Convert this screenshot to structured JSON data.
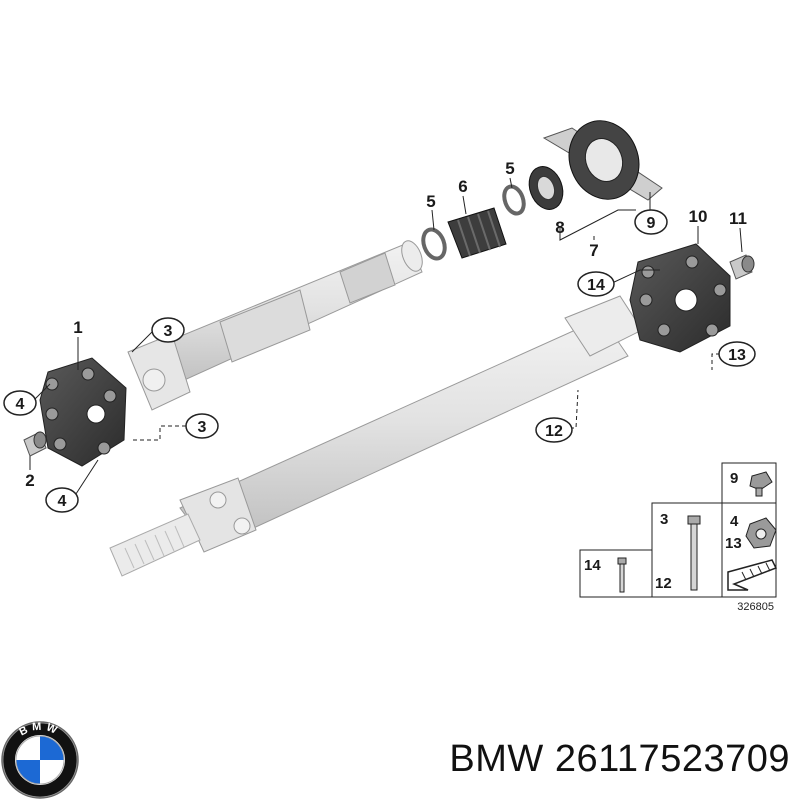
{
  "diagram": {
    "code": "326805",
    "callouts": {
      "c1": "1",
      "c2": "2",
      "c3a": "3",
      "c3b": "3",
      "c4a": "4",
      "c4b": "4",
      "c5a": "5",
      "c5b": "5",
      "c6": "6",
      "c7": "7",
      "c8": "8",
      "c9": "9",
      "c10": "10",
      "c11": "11",
      "c12": "12",
      "c13": "13",
      "c14": "14"
    },
    "legend": {
      "l9": "9",
      "l3": "3",
      "l12": "12",
      "l4": "4",
      "l13": "13",
      "l14": "14"
    }
  },
  "footer": {
    "brand_text": "BMW 26117523709",
    "logo_letters": "BMW",
    "logo_colors": {
      "blue": "#1c69d4",
      "black": "#111111",
      "white": "#ffffff"
    }
  }
}
